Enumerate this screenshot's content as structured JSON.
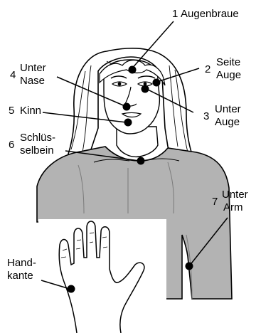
{
  "diagram": {
    "points": [
      {
        "number": "1",
        "lines": [
          "Augenbraue"
        ]
      },
      {
        "number": "2",
        "lines": [
          "Seite",
          "Auge"
        ]
      },
      {
        "number": "3",
        "lines": [
          "Unter",
          "Auge"
        ]
      },
      {
        "number": "4",
        "lines": [
          "Unter",
          "Nase"
        ]
      },
      {
        "number": "5",
        "lines": [
          "Kinn"
        ]
      },
      {
        "number": "6",
        "lines": [
          "Schlüs-",
          "selbein"
        ]
      },
      {
        "number": "7",
        "lines": [
          "Unter",
          "Arm"
        ]
      },
      {
        "number": "",
        "lines": [
          "Hand-",
          "kante"
        ]
      }
    ]
  },
  "colors": {
    "skin": "#ffffff",
    "shirt": "#b3b3b3",
    "ink": "#000000"
  }
}
